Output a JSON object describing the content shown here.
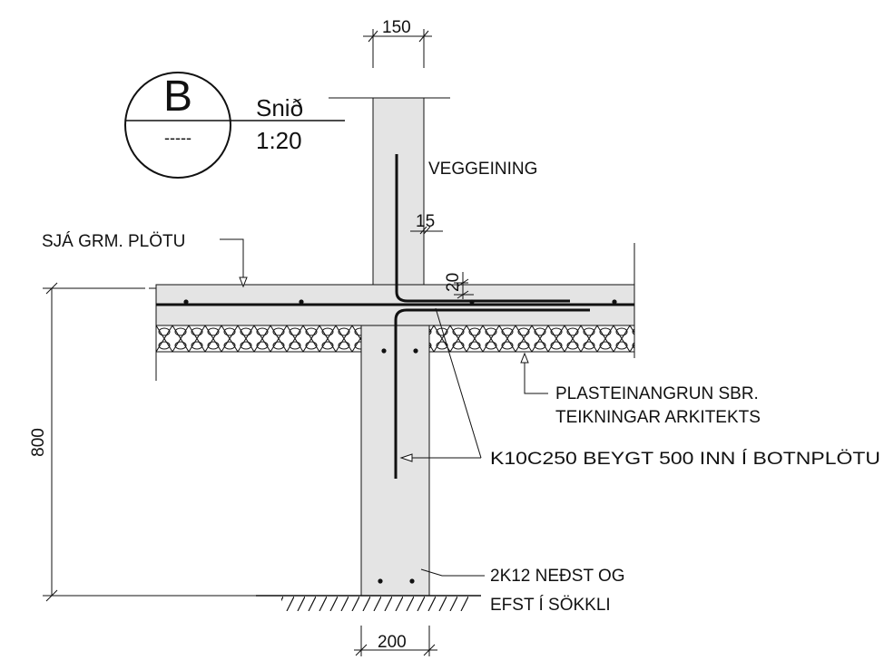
{
  "section_marker": {
    "letter": "B",
    "sheet": "-----"
  },
  "title": {
    "name": "Snið",
    "scale": "1:20"
  },
  "dimensions": {
    "wall_width": "150",
    "cover_top": "15",
    "cover_slab": "20",
    "footing_height": "800",
    "footing_width": "200"
  },
  "labels": {
    "wall": "VEGGEINING",
    "slab_ref": "SJÁ GRM. PLÖTU",
    "insulation_1": "PLASTEINANGRUN SBR.",
    "insulation_2": "TEIKNINGAR ARKITEKTS",
    "rebar_bent": "K10C250 BEYGT 500 INN Í BOTNPLÖTU",
    "rebar_footing_1": "2K12 NEÐST OG",
    "rebar_footing_2": "EFST Í SÖKKLI"
  },
  "colors": {
    "concrete": "#e4e4e4",
    "line": "#111111"
  }
}
